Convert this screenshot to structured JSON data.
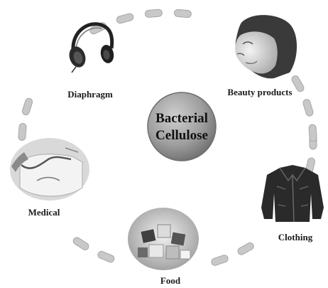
{
  "diagram": {
    "center": {
      "line1": "Bacterial",
      "line2": "Cellulose"
    },
    "applications": [
      {
        "key": "diaphragm",
        "label": "Diaphragm",
        "icon": "headphones-icon"
      },
      {
        "key": "beauty",
        "label": "Beauty products",
        "icon": "face-mask-icon"
      },
      {
        "key": "clothing",
        "label": "Clothing",
        "icon": "leather-jacket-icon"
      },
      {
        "key": "food",
        "label": "Food",
        "icon": "food-cubes-icon"
      },
      {
        "key": "medical",
        "label": "Medical",
        "icon": "wound-dressing-icon"
      }
    ]
  },
  "colors": {
    "dash": "#c8c8c8",
    "dash_stroke": "#a8a8a8",
    "center_fill": "#9a9a9a",
    "center_stroke": "#6e6e6e"
  }
}
